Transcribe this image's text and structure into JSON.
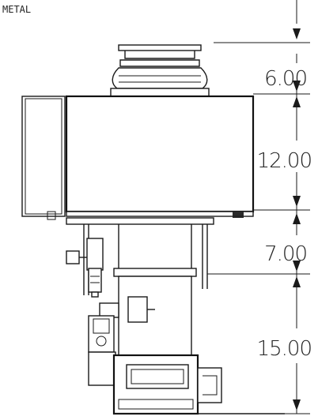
{
  "header": {
    "label": "METAL"
  },
  "dimensions": [
    {
      "value": "6.00"
    },
    {
      "value": "12.00"
    },
    {
      "value": "7.00"
    },
    {
      "value": "15.00"
    }
  ]
}
